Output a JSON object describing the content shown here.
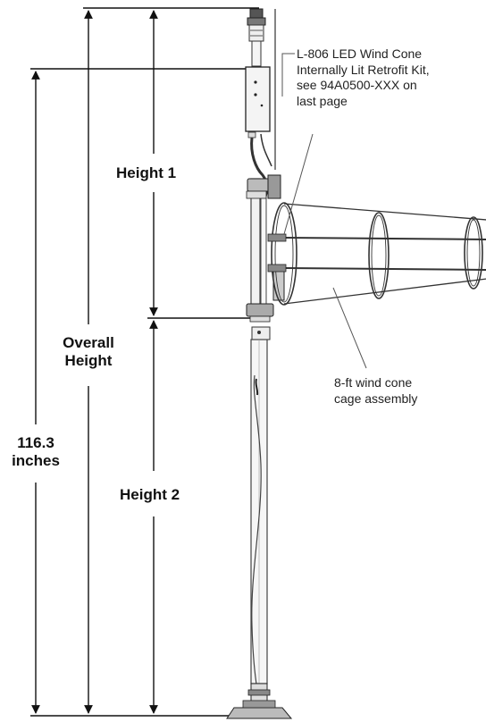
{
  "labels": {
    "height1": "Height 1",
    "height2": "Height 2",
    "overall_line1": "Overall",
    "overall_line2": "Height",
    "total_value": "116.3",
    "total_unit": "inches"
  },
  "callouts": {
    "retrofit_line1": "L-806 LED Wind Cone",
    "retrofit_line2": "Internally Lit Retrofit Kit,",
    "retrofit_line3": "see 94A0500-XXX on",
    "retrofit_line4": "last page",
    "cage_line1": "8-ft wind cone",
    "cage_line2": "cage assembly"
  },
  "colors": {
    "line": "#111111",
    "pole": "#444444",
    "pole_fill": "#f2f2f2",
    "accent": "#888888"
  }
}
